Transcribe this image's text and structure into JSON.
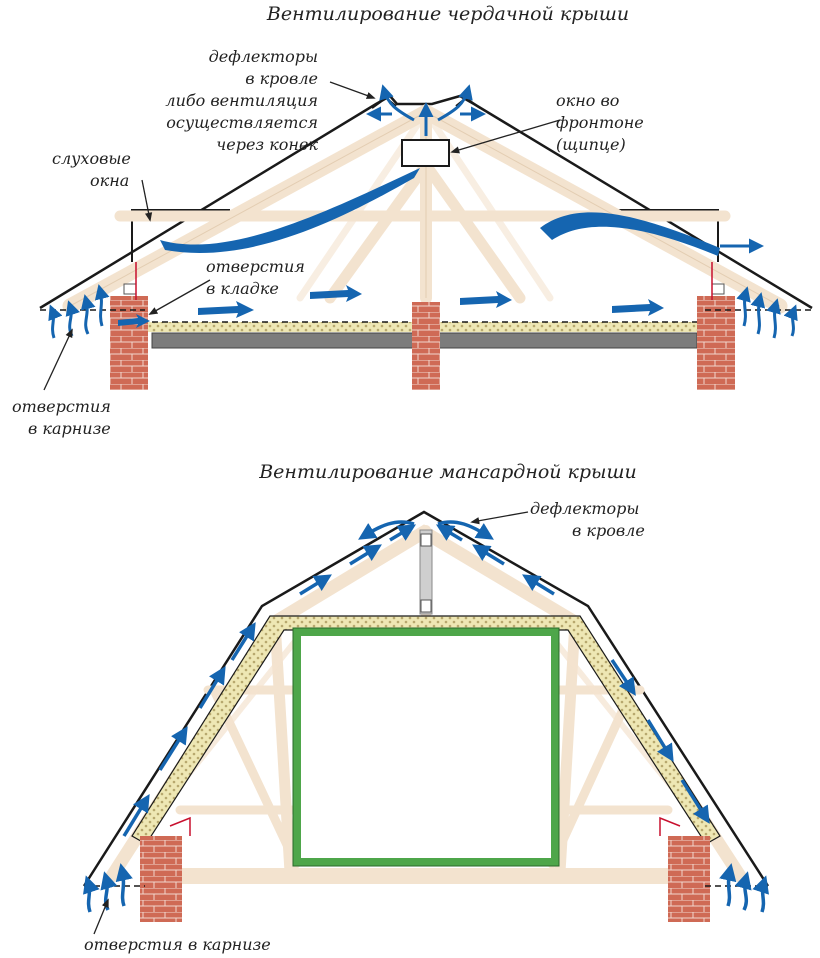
{
  "attic": {
    "title": "Вентилирование чердачной крыши",
    "deflectors": [
      "дефлекторы",
      "в кровле",
      "либо вентиляция",
      "осуществляется",
      "через конек"
    ],
    "gable_window": [
      "окно во",
      "фронтоне",
      "(щипце)"
    ],
    "dormer": [
      "слуховые",
      "окна"
    ],
    "masonry_holes": [
      "отверстия",
      "в кладке"
    ],
    "eave_holes": [
      "отверстия",
      "в карнизе"
    ]
  },
  "mansard": {
    "title": "Вентилирование мансардной крыши",
    "deflectors": [
      "дефлекторы",
      "в кровле"
    ],
    "eave_holes": "отверстия в карнизе"
  },
  "colors": {
    "airflow": "#1565b0",
    "brick": "#cf6a55",
    "timber": "#f6e8d6",
    "insulation": "#eee7b4",
    "frame": "#4ea64a",
    "roof": "#1a1a1a",
    "ceiling_slab": "#7c7c7c"
  }
}
